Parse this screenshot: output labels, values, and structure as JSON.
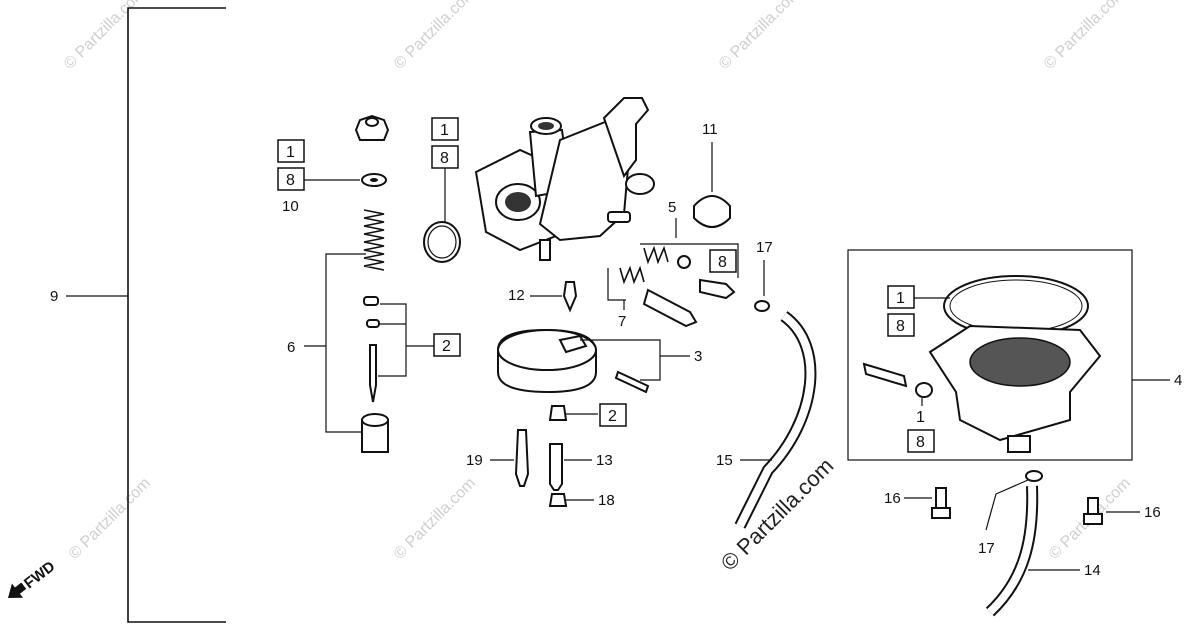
{
  "watermark": "© Partzilla.com",
  "direction_label": "FWD",
  "callouts": {
    "c1": "1",
    "c2": "2",
    "c3": "3",
    "c4": "4",
    "c5": "5",
    "c6": "6",
    "c7": "7",
    "c8": "8",
    "c9": "9",
    "c10": "10",
    "c11": "11",
    "c12": "12",
    "c13": "13",
    "c14": "14",
    "c15": "15",
    "c16": "16",
    "c17": "17",
    "c18": "18",
    "c19": "19"
  }
}
